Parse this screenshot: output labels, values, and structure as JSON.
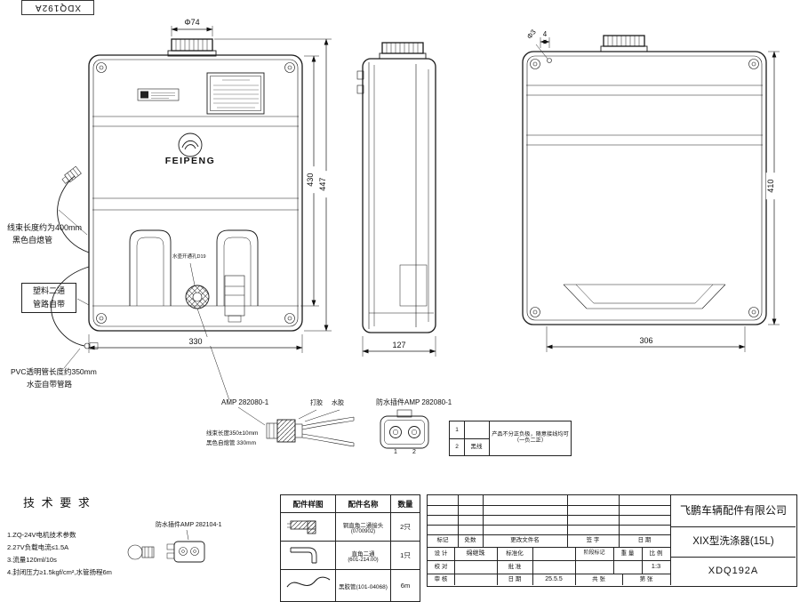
{
  "sheet": {
    "drawing_no_top": "XDQ192A"
  },
  "front_view": {
    "logo_text": "FEIPENG",
    "dim_cap": "Φ74",
    "dim_width": "330",
    "dim_height_body": "430",
    "dim_height_total": "447",
    "hole_label": "水壶开通孔D19"
  },
  "side_view": {
    "dim_width": "127"
  },
  "rear_view": {
    "dim_height": "410",
    "dim_width": "306",
    "hole_dia": "Φ3",
    "hole_dist": "4"
  },
  "annotations": {
    "harness_line1": "线束长度约为400mm",
    "harness_line2": "黑色自熄管",
    "tee_line1": "塑料二通",
    "tee_line2": "管路自带",
    "pvc_line1": "PVC透明管长度约350mm",
    "pvc_line2": "水壶自带管路"
  },
  "connector_detail": {
    "amp_label": "AMP 282080-1",
    "glue_label1": "打胶",
    "glue_label2": "水胶",
    "length_note1": "线束长度350±10mm",
    "length_note2": "黑色自熄管 330mm",
    "waterproof_label": "防水插件AMP 282080-1",
    "pin1": "1",
    "pin2": "2",
    "note_row1": "1",
    "note_row2": "2",
    "note_wire": "黑线",
    "note_line1": "产品不分正负极，随意接线均可",
    "note_line2": "（一负二正）"
  },
  "tech": {
    "title": "技 术 要 求",
    "item1": "1.ZQ-24V电机技术参数",
    "item2": "2.27V负载电流≤1.5A",
    "item3": "3.流量120ml/10s",
    "item4": "4.封闭压力≥1.5kgf/cm²,水管扬程6m",
    "part_label": "防水插件AMP 282104-1"
  },
  "parts_table": {
    "h_sample": "配件样图",
    "h_name": "配件名称",
    "h_qty": "数量",
    "rows": [
      {
        "name1": "铜直角二通接头",
        "name2": "(0700902)",
        "qty": "2只"
      },
      {
        "name1": "直角二通",
        "name2": "(601-214.00)",
        "qty": "1只"
      },
      {
        "name1": "黑胶管(101-04068)",
        "name2": "",
        "qty": "6m"
      }
    ]
  },
  "title_block": {
    "company": "飞鹏车辆配件有限公司",
    "product": "XIX型洗涤器(15L)",
    "drawing_no": "XDQ192A",
    "mark": "标记",
    "count": "处数",
    "file": "更改文件名",
    "sign": "签 字",
    "date_h": "日 期",
    "design": "设 计",
    "designer": "绵继珠",
    "standardize": "标准化",
    "check": "校 对",
    "approve": "批 准",
    "audit": "审 核",
    "date_label": "日 期",
    "date_value": "25.5.5",
    "stage": "阶段标记",
    "weight": "重 量",
    "scale": "比 例",
    "scale_value": "1:3",
    "sheets_total": "共  张",
    "sheet_no": "第  张"
  }
}
